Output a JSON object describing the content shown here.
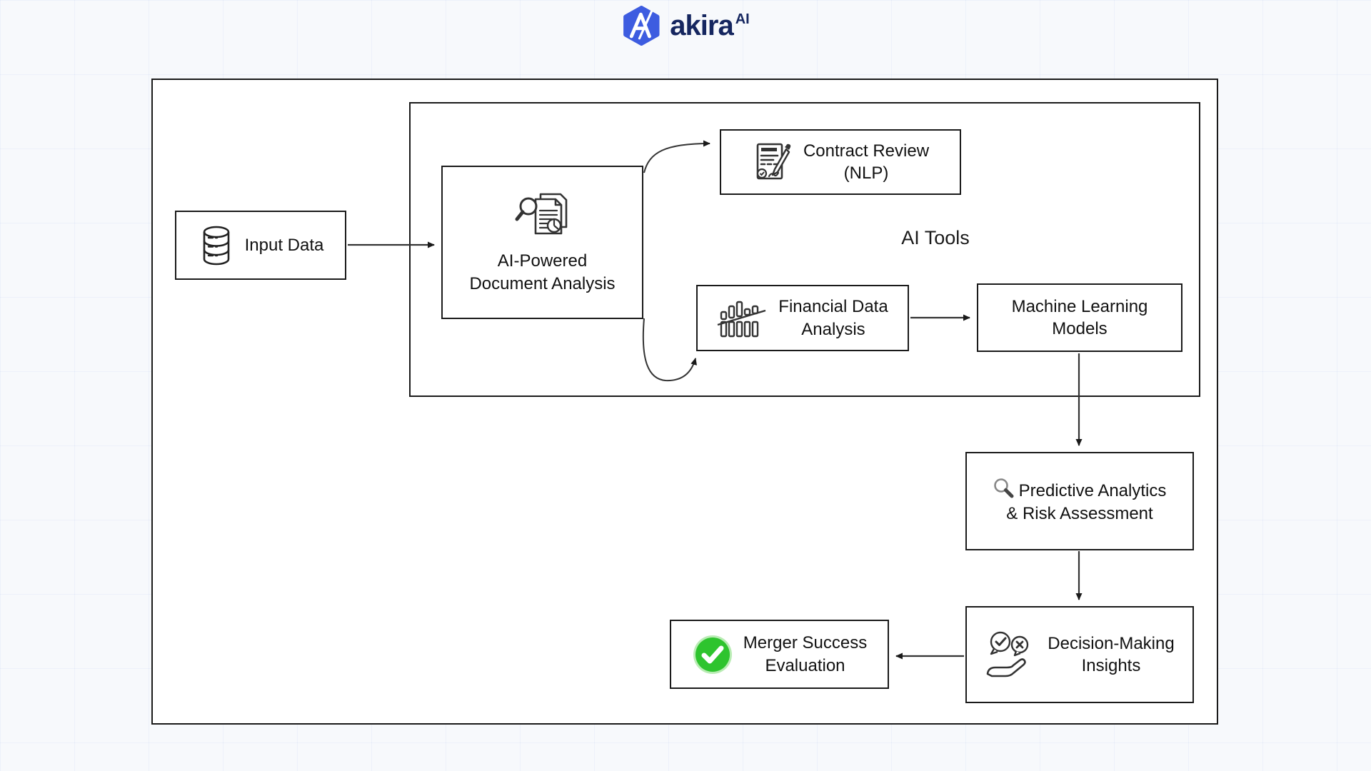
{
  "logo": {
    "brand": "akira",
    "superscript": "AI",
    "mark_color": "#3d5ce0",
    "text_color": "#15265f"
  },
  "colors": {
    "box_border": "#1a1a1a",
    "arrow": "#333333",
    "success_green": "#2ec42e",
    "background": "#f7f9fc"
  },
  "diagram": {
    "group_label": "AI Tools",
    "nodes": {
      "input_data": {
        "label": "Input Data",
        "icon": "database-icon"
      },
      "doc_analysis": {
        "line1": "AI-Powered",
        "line2": "Document Analysis",
        "icon": "document-search-icon"
      },
      "contract_review": {
        "line1": "Contract Review",
        "line2": "(NLP)",
        "icon": "contract-sign-icon"
      },
      "financial_analysis": {
        "line1": "Financial Data",
        "line2": "Analysis",
        "icon": "bar-chart-icon"
      },
      "ml_models": {
        "line1": "Machine Learning",
        "line2": "Models"
      },
      "predictive": {
        "line1": "Predictive Analytics",
        "line2": "& Risk Assessment",
        "icon": "magnifier-icon"
      },
      "decision": {
        "line1": "Decision-Making",
        "line2": "Insights",
        "icon": "hand-feedback-icon"
      },
      "merger": {
        "line1": "Merger Success",
        "line2": "Evaluation",
        "icon": "check-success-icon"
      }
    },
    "edges": [
      {
        "from": "Input Data",
        "to": "AI-Powered Document Analysis"
      },
      {
        "from": "AI-Powered Document Analysis",
        "to": "Contract Review (NLP)"
      },
      {
        "from": "AI-Powered Document Analysis",
        "to": "Financial Data Analysis"
      },
      {
        "from": "Financial Data Analysis",
        "to": "Machine Learning Models"
      },
      {
        "from": "Machine Learning Models",
        "to": "Predictive Analytics & Risk Assessment"
      },
      {
        "from": "Predictive Analytics & Risk Assessment",
        "to": "Decision-Making Insights"
      },
      {
        "from": "Decision-Making Insights",
        "to": "Merger Success Evaluation"
      }
    ]
  }
}
